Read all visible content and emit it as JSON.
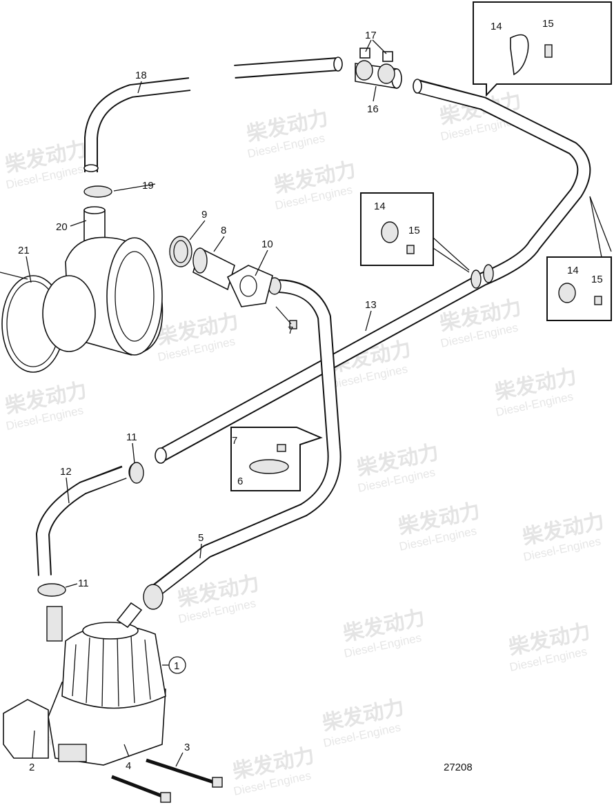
{
  "watermark": {
    "cn": "柴发动力",
    "en": "Diesel-Engines"
  },
  "drawing_number": "27208",
  "labels": [
    "17",
    "14",
    "15",
    "18",
    "16",
    "19",
    "20",
    "21",
    "9",
    "8",
    "10",
    "14",
    "15",
    "14",
    "15",
    "13",
    "7",
    "11",
    "7",
    "12",
    "6",
    "5",
    "11",
    "1",
    "2",
    "3",
    "4"
  ]
}
